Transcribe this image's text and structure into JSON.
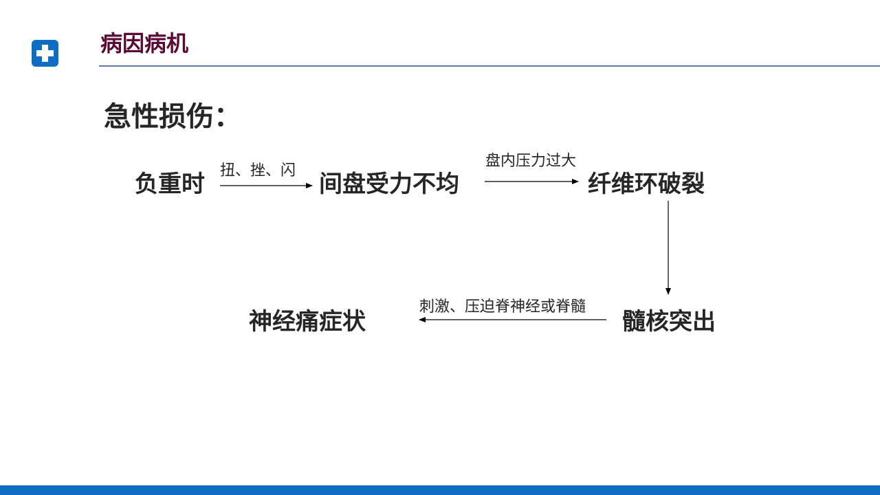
{
  "header": {
    "title": "病因病机",
    "logo_icon": "medical-plus-icon",
    "accent_color": "#0d6dc3",
    "title_color": "#5b0a36"
  },
  "subtitle": "急性损伤：",
  "flow": {
    "nodes": {
      "n1": "负重时",
      "n2": "间盘受力不均",
      "n3": "纤维环破裂",
      "n4": "髓核突出",
      "n5": "神经痛症状"
    },
    "edges": {
      "e1": "扭、挫、闪",
      "e2": "盘内压力过大",
      "e4": "刺激、压迫脊神经或脊髓"
    }
  }
}
